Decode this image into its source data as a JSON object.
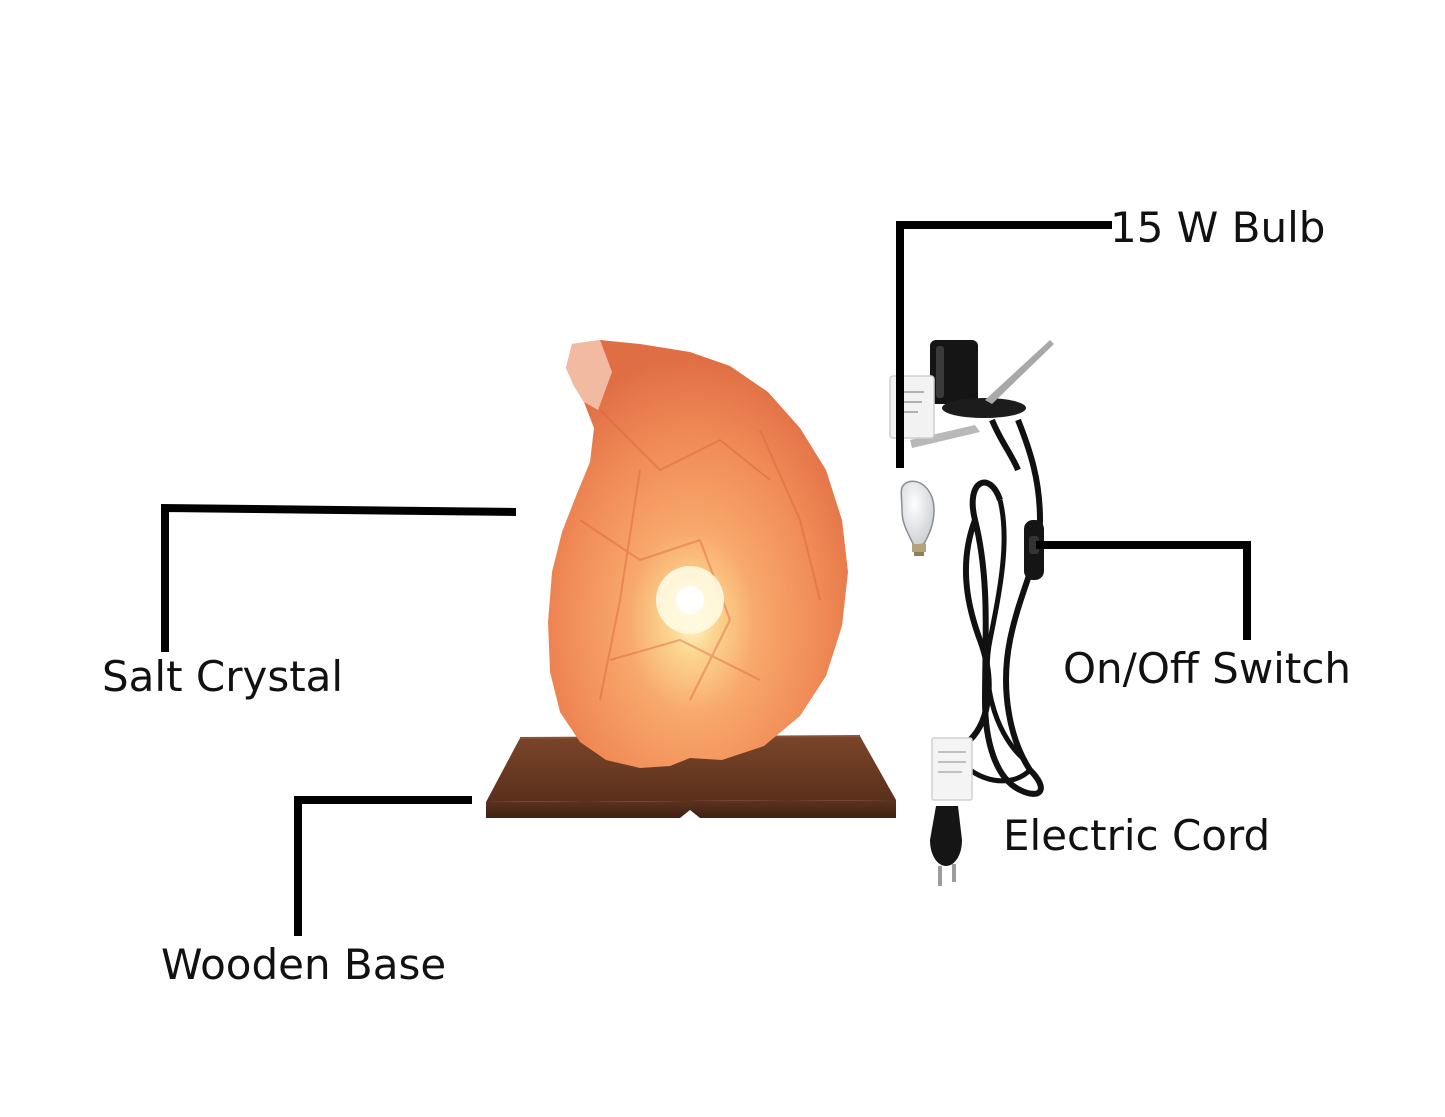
{
  "labels": {
    "salt_crystal": "Salt Crystal",
    "wooden_base": "Wooden Base",
    "bulb": "15 W Bulb",
    "switch": "On/Off Switch",
    "cord": "Electric Cord"
  },
  "colors": {
    "background": "#ffffff",
    "leader_line": "#000000",
    "salt_light": "#fff3c2",
    "salt_mid": "#f59a62",
    "salt_dark": "#e2734a",
    "wood": "#6b3a22",
    "wood_dark": "#4a2615",
    "cord": "#111111"
  },
  "icons": {
    "lamp": "salt-lamp-illustration",
    "bulb": "light-bulb-icon",
    "socket": "lamp-socket-icon",
    "switch": "inline-switch-icon",
    "plug": "power-plug-icon"
  }
}
